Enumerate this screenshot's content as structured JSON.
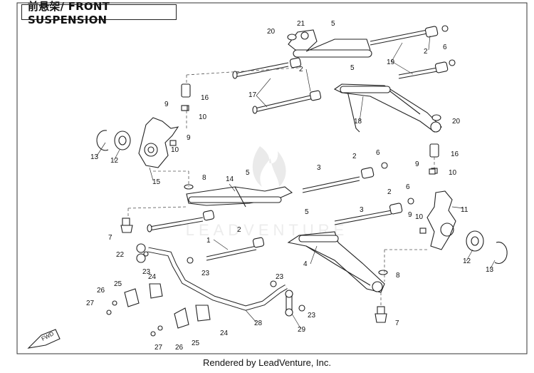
{
  "title": "前悬架/ FRONT SUSPENSION",
  "footer": "Rendered by LeadVenture, Inc.",
  "watermark": "LEADVENTURE",
  "fwd_label": "FWD",
  "callouts": [
    "1",
    "2",
    "3",
    "4",
    "5",
    "6",
    "7",
    "8",
    "9",
    "10",
    "11",
    "12",
    "13",
    "14",
    "15",
    "16",
    "17",
    "18",
    "19",
    "20",
    "21",
    "22",
    "23",
    "24",
    "25",
    "26",
    "27",
    "28",
    "29"
  ]
}
